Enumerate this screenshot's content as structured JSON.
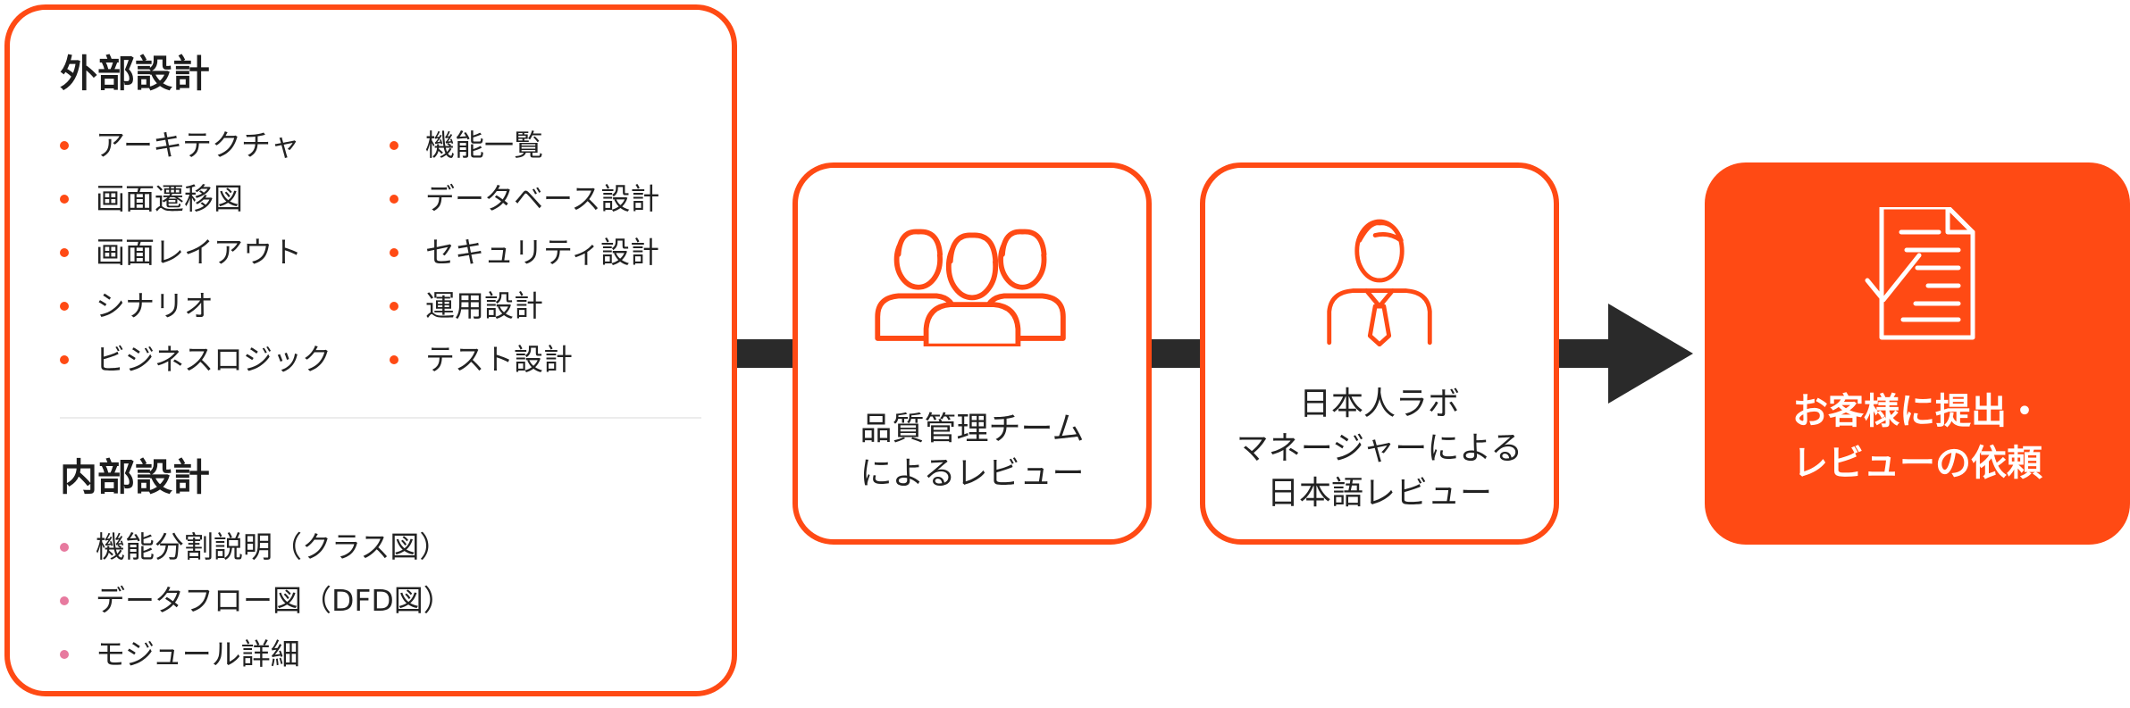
{
  "external_design": {
    "title": "外部設計",
    "left_items": [
      "アーキテクチャ",
      "画面遷移図",
      "画面レイアウト",
      "シナリオ",
      "ビジネスロジック"
    ],
    "right_items": [
      "機能一覧",
      "データベース設計",
      "セキュリティ設計",
      "運用設計",
      "テスト設計"
    ]
  },
  "internal_design": {
    "title": "内部設計",
    "items": [
      "機能分割説明（クラス図）",
      "データフロー図（DFD図）",
      "モジュール詳細"
    ]
  },
  "steps": [
    {
      "lines": [
        "品質管理チーム",
        "によるレビュー"
      ],
      "icon": "team-icon"
    },
    {
      "lines": [
        "日本人ラボ",
        "マネージャーによる",
        "日本語レビュー"
      ],
      "icon": "manager-icon"
    }
  ],
  "final": {
    "lines": [
      "お客様に提出・",
      "レビューの依頼"
    ],
    "icon": "checklist-document-icon"
  },
  "colors": {
    "accent": "#ff4a14",
    "arrow": "#2a2a2a",
    "bullet_external": "#ff4a14",
    "bullet_internal": "#e77a9f"
  }
}
